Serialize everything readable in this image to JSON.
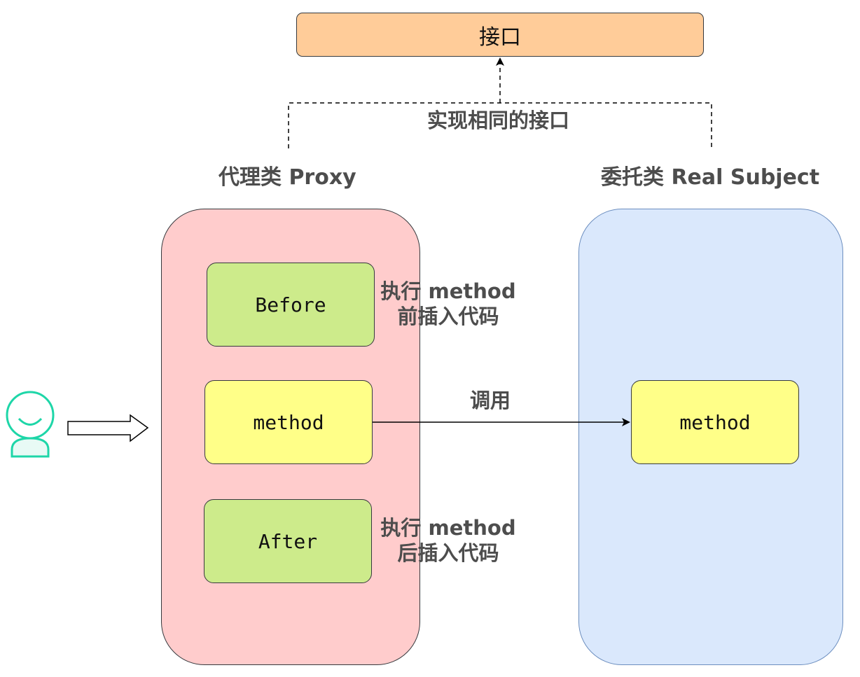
{
  "interface": {
    "label": "接口"
  },
  "implements": {
    "label": "实现相同的接口"
  },
  "proxy": {
    "title": "代理类 Proxy",
    "before": "Before",
    "method": "method",
    "after": "After",
    "before_note_line1": "执行 method",
    "before_note_line2": "前插入代码",
    "after_note_line1": "执行 method",
    "after_note_line2": "后插入代码"
  },
  "real": {
    "title": "委托类 Real Subject",
    "method": "method"
  },
  "call": {
    "label": "调用"
  },
  "icons": {
    "client": "user-icon",
    "request_arrow": "hollow-right-arrow-icon"
  },
  "colors": {
    "interface_fill": "#ffcc99",
    "proxy_fill": "#ffcccc",
    "real_fill": "#dae8fc",
    "real_border": "#6c8ebf",
    "before_after_fill": "#cdeb8b",
    "method_fill": "#ffff88",
    "user_icon": "#1ed6a8",
    "label_text": "#4d4d4d"
  }
}
